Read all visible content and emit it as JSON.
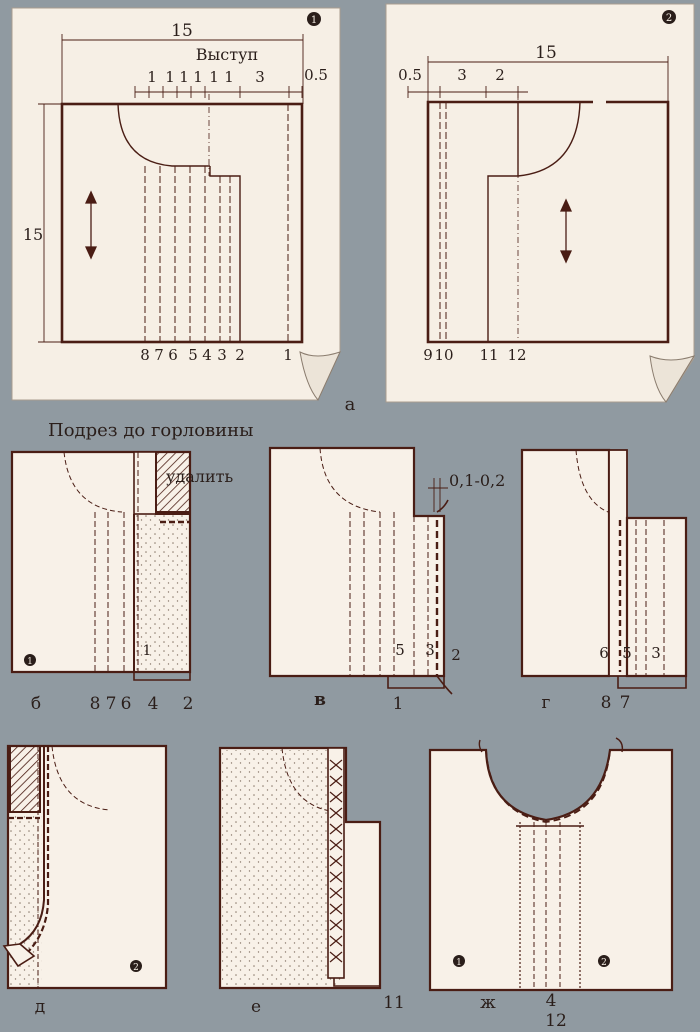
{
  "sheet1": {
    "badge": "1",
    "top_width": "15",
    "protrusion_label": "Выступ",
    "segments": [
      "1",
      "1",
      "1",
      "1",
      "1",
      "1",
      "3"
    ],
    "edge_label": "0.5",
    "height_label": "15",
    "line_numbers": [
      "8",
      "7",
      "6",
      "5",
      "4",
      "3",
      "2",
      "1"
    ]
  },
  "sheet2": {
    "badge": "2",
    "top_width": "15",
    "segments": [
      "0.5",
      "3",
      "2"
    ],
    "line_numbers": [
      "9",
      "10",
      "11",
      "12"
    ]
  },
  "caption_a": "а",
  "step_b": {
    "cut_note": "Подрез до горловины",
    "remove_note": "удалить",
    "badge": "1",
    "inner_num": "1",
    "caption": "б",
    "bottom_nums": [
      "8",
      "7",
      "6",
      "4",
      "2"
    ]
  },
  "step_v": {
    "gap_note": "0,1-0,2",
    "inner_nums": [
      "5",
      "3",
      "2"
    ],
    "bottom_num": "1",
    "caption": "в"
  },
  "step_g": {
    "inner_nums": [
      "6",
      "5",
      "3"
    ],
    "caption": "г",
    "bottom_nums": [
      "8",
      "7"
    ]
  },
  "step_d": {
    "badge": "2",
    "caption": "д"
  },
  "step_e": {
    "caption": "е",
    "bottom_num": "11"
  },
  "step_zh": {
    "badge_left": "1",
    "badge_right": "2",
    "caption": "ж",
    "nums": [
      "4",
      "12"
    ]
  }
}
